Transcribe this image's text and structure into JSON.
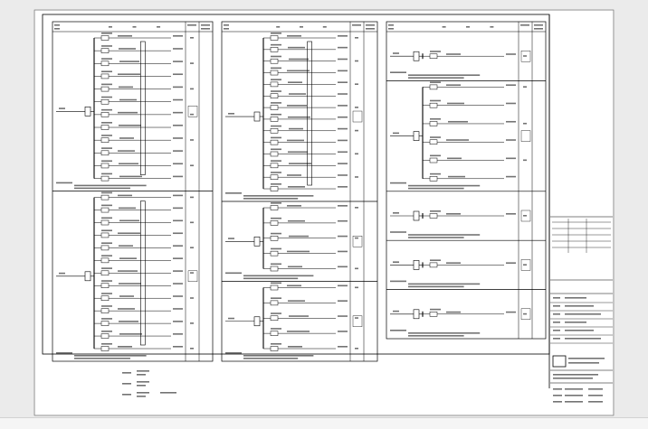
{
  "viewer": {
    "background": "#ebebeb",
    "sheet_color": "#ffffff",
    "line_color": "#000000"
  },
  "drawing": {
    "title_block": {
      "project_name": "",
      "drawing_title": "",
      "drawing_number": "",
      "scale": "",
      "date": ""
    },
    "legend": {
      "items": []
    },
    "columns": [
      {
        "name": "column-1",
        "panels": [
          {
            "feeders": 12
          },
          {
            "feeders": 13
          }
        ]
      },
      {
        "name": "column-2",
        "panels": [
          {
            "feeders": 14
          },
          {
            "feeders": 5
          },
          {
            "feeders": 5
          }
        ]
      },
      {
        "name": "column-3",
        "panels": [
          {
            "feeders": 1
          },
          {
            "feeders": 6
          },
          {
            "feeders": 1
          },
          {
            "feeders": 1
          },
          {
            "feeders": 1
          }
        ]
      }
    ]
  }
}
